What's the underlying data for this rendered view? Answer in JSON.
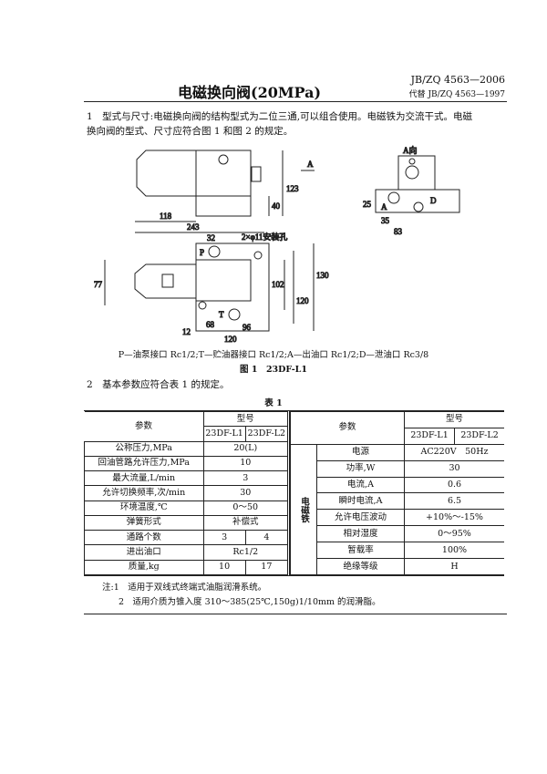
{
  "header": {
    "title": "电磁换向阀(20MPa)",
    "standard": "JB/ZQ 4563—2006",
    "replaces": "代替 JB/ZQ 4563—1997"
  },
  "section1": {
    "text_line1": "1　型式与尺寸:电磁换向阀的结构型式为二位三通,可以组合使用。电磁铁为交流干式。电磁",
    "text_line2": "换向阀的型式、尺寸应符合图 1 和图 2 的规定。"
  },
  "figure": {
    "dims": {
      "d118": "118",
      "d243": "243",
      "d123": "123",
      "d40": "40",
      "d32": "32",
      "d77": "77",
      "d102": "102",
      "d120v": "120",
      "d130": "130",
      "d12": "12",
      "d68": "68",
      "d96": "96",
      "d120h": "120",
      "d25": "25",
      "d35": "35",
      "d83": "83"
    },
    "labels": {
      "mount_holes": "2×φ11安装孔",
      "view_a": "A",
      "view_a_dir": "A向",
      "port_p": "P",
      "port_t": "T",
      "port_a": "A",
      "port_d": "D"
    },
    "legend": "P—油泵接口 Rc1/2;T—贮油器接口 Rc1/2;A—出油口 Rc1/2;D—泄油口 Rc3/8",
    "caption": "图 1　23DF-L1"
  },
  "section2": {
    "text": "2　基本参数应符合表 1 的规定。"
  },
  "table": {
    "label": "表 1",
    "param_header": "参数",
    "model_header": "型号",
    "models": [
      "23DF-L1",
      "23DF-L2"
    ],
    "left_rows": [
      {
        "param": "公称压力,MPa",
        "value": "20(L)"
      },
      {
        "param": "回油管路允许压力,MPa",
        "value": "10"
      },
      {
        "param": "最大流量,L/min",
        "value": "3"
      },
      {
        "param": "允许切换频率,次/min",
        "value": "30"
      },
      {
        "param": "环境温度,℃",
        "value": "0～50"
      },
      {
        "param": "弹簧形式",
        "value": "补偿式"
      },
      {
        "param": "通路个数",
        "l1": "3",
        "l2": "4"
      },
      {
        "param": "进出油口",
        "value": "Rc1/2"
      },
      {
        "param": "质量,kg",
        "l1": "10",
        "l2": "17"
      }
    ],
    "group_label": "电磁铁",
    "right_rows": [
      {
        "param": "电源",
        "value": "AC220V　50Hz"
      },
      {
        "param": "功率,W",
        "value": "30"
      },
      {
        "param": "电流,A",
        "value": "0.6"
      },
      {
        "param": "瞬时电流,A",
        "value": "6.5"
      },
      {
        "param": "允许电压波动",
        "value": "+10%～-15%"
      },
      {
        "param": "相对湿度",
        "value": "0～95%"
      },
      {
        "param": "暂载率",
        "value": "100%"
      },
      {
        "param": "绝缘等级",
        "value": "H"
      }
    ]
  },
  "notes": {
    "note1": "注:1　适用于双线式终端式油脂润滑系统。",
    "note2": "2　适用介质为锥入度 310～385(25℃,150g)1/10mm 的润滑脂。"
  }
}
